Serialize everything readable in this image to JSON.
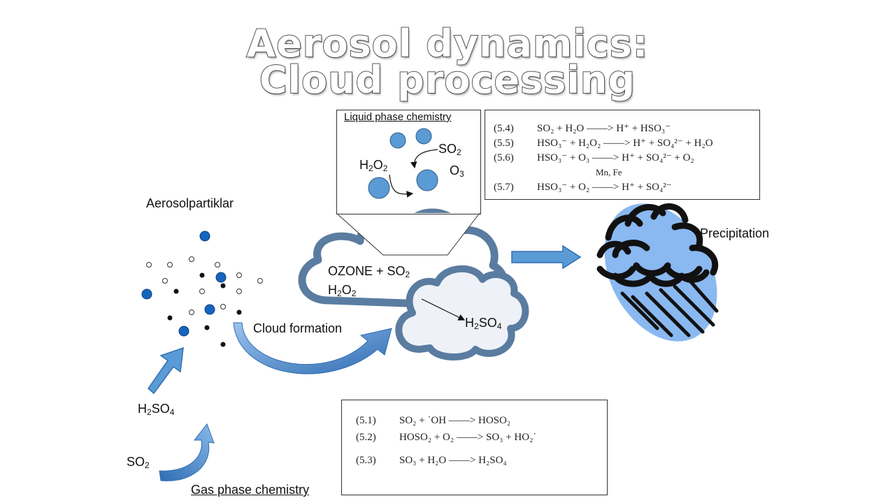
{
  "title": {
    "line1": "Aerosol dynamics:",
    "line2": "Cloud processing"
  },
  "labels": {
    "aerosol_particles": "Aerosolpartiklar",
    "precipitation": "Precipitation",
    "cloud_formation": "Cloud formation",
    "gas_phase": "Gas phase chemistry",
    "liquid_phase": "Liquid phase chemistry",
    "ozone_plus": "OZONE + SO",
    "sub2": "2",
    "sub3": "3",
    "sub4": "4",
    "h2o2_h": "H",
    "h2o2_o": "O",
    "h2so4_h": "H",
    "h2so4_so": "SO",
    "so": "SO",
    "o": "O"
  },
  "equations_liquid": [
    {
      "num": "(5.4)",
      "text": "SO₂ + H₂O ——> H⁺ + HSO₃⁻"
    },
    {
      "num": "(5.5)",
      "text": "HSO₃⁻ + H₂O₂ ——> H⁺ + SO₄²⁻ + H₂O"
    },
    {
      "num": "(5.6)",
      "text": "HSO₃⁻ + O₃ ——> H⁺ + SO₄²⁻ + O₂"
    },
    {
      "num": "",
      "text": "Mn, Fe"
    },
    {
      "num": "(5.7)",
      "text": "HSO₃⁻ + O₂ ——> H⁺ + SO₄²⁻"
    }
  ],
  "equations_gas": [
    {
      "num": "(5.1)",
      "text": "SO₂ + ˙OH ——> HOSO₂"
    },
    {
      "num": "(5.2)",
      "text": "HOSO₂ + O₂ ——> SO₃ + HO₂˙"
    },
    {
      "num": "(5.3)",
      "text": "SO₃ + H₂O ——> H₂SO₄"
    }
  ],
  "colors": {
    "particle_blue": "#1565c0",
    "droplet_blue": "#5b9bd5",
    "cloud_outline": "#5a7ca0",
    "arrow_blue": "#4f86c6",
    "rain_blue": "#8ab8f0"
  }
}
